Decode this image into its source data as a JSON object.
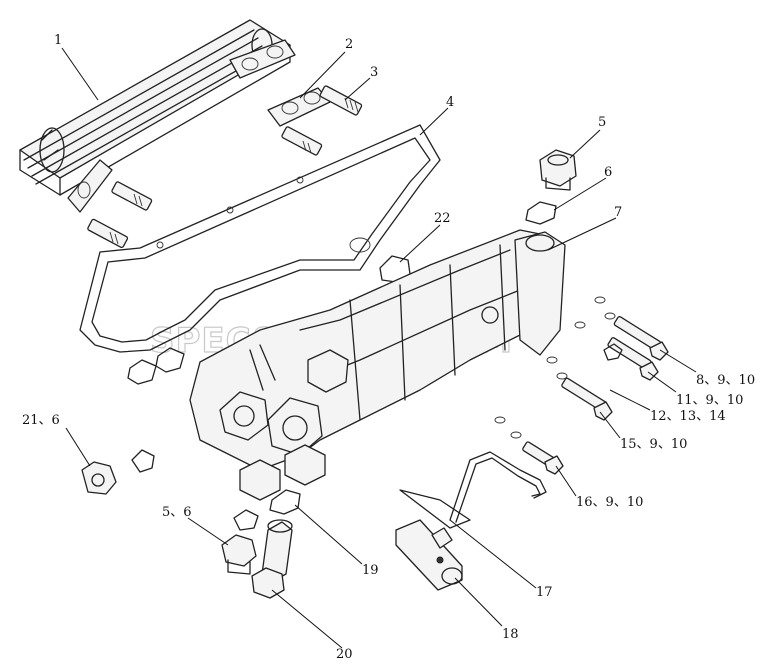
{
  "watermark": "SPECSERVER.COM",
  "callouts": [
    {
      "id": "c1",
      "text": "1"
    },
    {
      "id": "c2",
      "text": "2"
    },
    {
      "id": "c3",
      "text": "3"
    },
    {
      "id": "c4",
      "text": "4"
    },
    {
      "id": "c5",
      "text": "5"
    },
    {
      "id": "c6",
      "text": "6"
    },
    {
      "id": "c7",
      "text": "7"
    },
    {
      "id": "c8",
      "text": "8、9、10"
    },
    {
      "id": "c11",
      "text": "11、9、10"
    },
    {
      "id": "c12",
      "text": "12、13、14"
    },
    {
      "id": "c15",
      "text": "15、9、10"
    },
    {
      "id": "c16",
      "text": "16、9、10"
    },
    {
      "id": "c17",
      "text": "17"
    },
    {
      "id": "c18",
      "text": "18"
    },
    {
      "id": "c19",
      "text": "19"
    },
    {
      "id": "c20",
      "text": "20"
    },
    {
      "id": "c21",
      "text": "21、6"
    },
    {
      "id": "c22",
      "text": "22"
    },
    {
      "id": "c56",
      "text": "5、6"
    }
  ]
}
